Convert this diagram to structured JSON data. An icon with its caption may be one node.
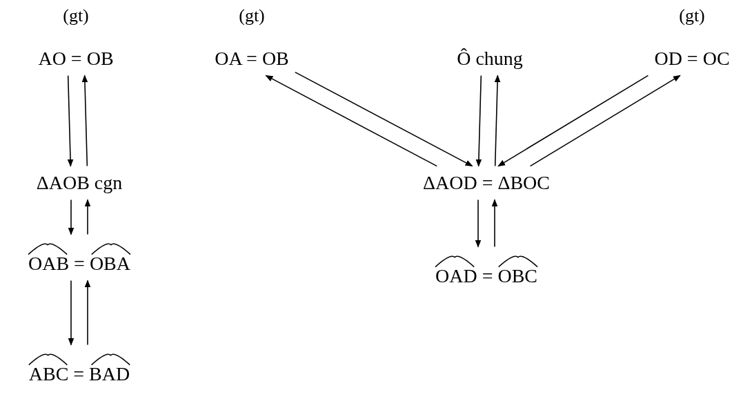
{
  "diagram": {
    "nodes": [
      {
        "text": [
          "AO = OB"
        ],
        "beside": [
          "(gt)"
        ]
      },
      {
        "text": [
          "ΔAOB cgn"
        ]
      },
      {
        "text": [
          "OAB = OBA"
        ]
      },
      {
        "text": [
          "ABC = BAD"
        ]
      },
      {
        "text": [
          "OA = OB"
        ],
        "beside": [
          "(gt)"
        ]
      },
      {
        "text": [
          "Ô chung"
        ]
      },
      {
        "text": [
          "OD = OC"
        ],
        "beside": [
          "(gt)"
        ]
      },
      {
        "text": [
          "ΔAOD = ΔBOC"
        ]
      },
      {
        "text": [
          "OAD = OBC"
        ]
      }
    ],
    "edges": [
      {
        "from": 0,
        "to": 1,
        "arrow": "to"
      },
      {
        "from": 1,
        "to": 0,
        "arrow": "to"
      },
      {
        "from": 1,
        "to": 2,
        "arrow": "to"
      },
      {
        "from": 2,
        "to": 1,
        "arrow": "to"
      },
      {
        "from": 2,
        "to": 3,
        "arrow": "to"
      },
      {
        "from": 3,
        "to": 2,
        "arrow": "to"
      },
      {
        "from": 4,
        "to": 7,
        "arrow": "to"
      },
      {
        "from": 7,
        "to": 4,
        "arrow": "to"
      },
      {
        "from": 5,
        "to": 7,
        "arrow": "to"
      },
      {
        "from": 7,
        "to": 5,
        "arrow": "to"
      },
      {
        "from": 6,
        "to": 7,
        "arrow": "to"
      },
      {
        "from": 7,
        "to": 6,
        "arrow": "to"
      },
      {
        "from": 7,
        "to": 8,
        "arrow": "to"
      },
      {
        "from": 8,
        "to": 7,
        "arrow": "to"
      }
    ]
  }
}
